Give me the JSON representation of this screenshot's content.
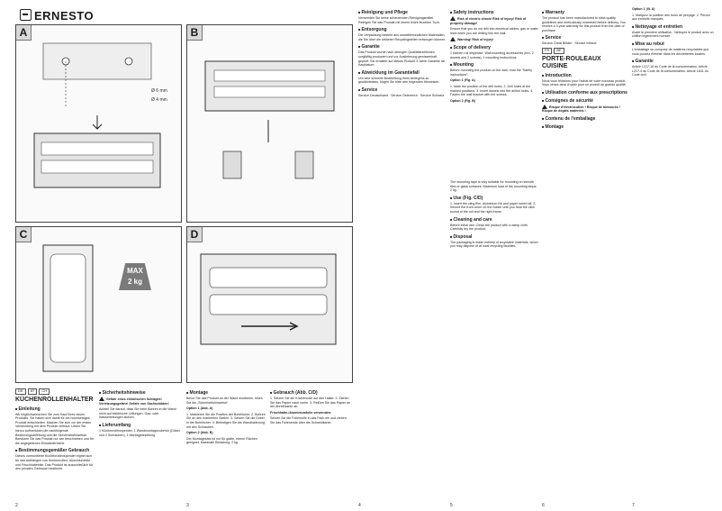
{
  "brand": "ERNESTO",
  "panels": [
    {
      "label": "A"
    },
    {
      "label": "B"
    },
    {
      "label": "C"
    },
    {
      "label": "D"
    }
  ],
  "figure": {
    "max_weight": "MAX",
    "max_value": "2 kg",
    "dim1": "Ø 6 mm",
    "dim2": "Ø 4 mm"
  },
  "col1": {
    "flags": [
      "DE",
      "AT",
      "CH"
    ],
    "title": "KÜCHENROLLENHALTER",
    "intro_h": "Einleitung",
    "intro": "Wir beglückwünschen Sie zum Kauf Ihres neuen Produkts. Sie haben sich damit für ein hochwertiges Produkt entschieden. Machen Sie sich vor der ersten Verwendung mit dem Produkt vertraut. Lesen Sie hierzu aufmerksam die nachfolgende Bedienungsanleitung und die Sicherheitshinweise. Benutzen Sie das Produkt nur wie beschrieben und für die angegebenen Einsatzbereiche.",
    "use_h": "Bestimmungsgemäßer Gebrauch",
    "use": "Dieses vormontierte Küchenrollenspender eignet sich für das Aufhängen von Küchenrollen, Aluminiumfolie und Frischhaltefolie. Das Produkt ist ausschließlich für den privaten Gebrauch bestimmt."
  },
  "col2": {
    "safety_h": "Sicherheitshinweise",
    "safety1": "Gefahr eines elektrischen Schlages! Verletzungsgefahr! Gefahr von Sachschäden!",
    "safety2": "Achten Sie darauf, dass Sie beim Bohren in die Wand nicht auf elektrische Leitungen, Gas- oder Wasserleitungen stoßen.",
    "scope_h": "Lieferumfang",
    "scope": "1 Küchenrollenspender, 1 Wandmontagezubehör (Dübel und 2 Schrauben), 1 Montageanleitung"
  },
  "col3": {
    "mount_h": "Montage",
    "mount": "Bevor Sie das Produkt an der Wand montieren, lesen Sie die „Sicherheitshinweise“.",
    "opt1": "Option 1 (Abb. A)",
    "opt1_text": "1. Markieren Sie die Position der Bohrlöcher. 2. Bohren Sie an den markierten Stellen. 3. Setzen Sie die Dübel in die Bohrlöcher. 4. Befestigen Sie die Wandhalterung mit den Schrauben.",
    "opt2": "Option 2 (Abb. B)",
    "opt2_text": "Der Montagesatz ist nur für glatte, ebene Flächen geeignet. Maximale Belastung: 2 kg."
  },
  "col4": {
    "use_h": "Gebrauch (Abb. C/D)",
    "use": "1. Setzen Sie die Küchenrolle auf den Halter. 2. Ziehen Sie das Papier nach vorne. 3. Reißen Sie das Papier an der Abreißkante ab.",
    "foil_h": "Frischhalte-/Aluminiumfolie verwenden:",
    "foil": "Setzen Sie die Folienrolle in das Fach ein und ziehen Sie das Folienende über die Schneidkante."
  },
  "col5": {
    "clean_h": "Reinigung und Pflege",
    "clean": "Verwenden Sie keine scheuernden Reinigungsmittel. Reinigen Sie das Produkt mit einem leicht feuchten Tuch.",
    "disp_h": "Entsorgung",
    "disp": "Die Verpackung besteht aus umweltfreundlichen Materialien, die Sie über die örtlichen Recyclingstellen entsorgen können.",
    "warr_h": "Garantie",
    "warr": "Das Produkt wurde nach strengen Qualitätsrichtlinien sorgfältig produziert und vor Auslieferung gewissenhaft geprüft. Sie erhalten auf dieses Produkt 3 Jahre Garantie ab Kaufdatum.",
    "abw_h": "Abwicklung im Garantiefall",
    "abw": "Um eine schnelle Bearbeitung Ihres Anliegens zu gewährleisten, folgen Sie bitte den folgenden Hinweisen.",
    "svc_h": "Service",
    "svc": "Service Deutschland · Service Österreich · Service Schweiz"
  },
  "col6": {
    "safety_h": "Safety instructions",
    "risk1": "Risk of electric shock! Risk of injury! Risk of property damage!",
    "risk1_text": "Ensure that you do not drill into electrical cables, gas or water lines when you are drilling into the wall.",
    "warn": "Warning! Risk of injury!",
    "scope_h": "Scope of delivery",
    "scope": "1 kitchen roll dispenser, Wall mounting accessories (incl. 2 dowels and 2 screws), 1 mounting instructions",
    "mount_h": "Mounting",
    "mount": "Before mounting the product on the wall, read the “Safety instructions”.",
    "opt1": "Option 1 (Fig. A)",
    "opt1_text": "1. Mark the position of the drill holes. 2. Drill holes at the marked positions. 3. Insert dowels into the drilled holes. 4. Fasten the wall bracket with the screws.",
    "opt2": "Option 2 (Fig. B)"
  },
  "col7": {
    "notes": "The mounting tape is only suitable for mounting on smooth tiles or glass surfaces. Maximum load of the mounting strips: 2 kg.",
    "use_h": "Use (Fig. C/D)",
    "use": "1. Insert the cling film, aluminium foil and paper towel roll. 2. Secure the front cover on the holder until you hear the click sound of the roll and the right frame.",
    "clean_h": "Cleaning and care",
    "clean": "Before initial use: Clean the product with a damp cloth. Carefully dry the product.",
    "disp_h": "Disposal",
    "disp": "The packaging is made entirely of recyclable materials, which you may dispose of at local recycling facilities."
  },
  "col8": {
    "warr_h": "Warranty",
    "warr": "The product has been manufactured to strict quality guidelines and meticulously examined before delivery. You receive a 3-year warranty for this product from the date of purchase.",
    "svc_h": "Service",
    "svc": "Service Great Britain · Service Ireland",
    "fr_flags": [
      "FR",
      "BE"
    ],
    "fr_title": "PORTE-ROULEAUX CUISINE",
    "intro_h": "Introduction",
    "intro": "Nous vous félicitons pour l'achat de votre nouveau produit. Vous venez ainsi d'opter pour un produit de grande qualité.",
    "use_h": "Utilisation conforme aux prescriptions",
    "safety_h": "Consignes de sécurité",
    "risk": "Risque d'électrocution ! Risque de blessures ! Risque de dégâts matériels !",
    "scope_h": "Contenu de l'emballage",
    "mount_h": "Montage"
  },
  "col9": {
    "opt_h": "Option 1 (ill. A)",
    "opt": "1. Marquez la position des trous de perçage. 2. Percez aux endroits marqués.",
    "clean_h": "Nettoyage et entretien",
    "clean": "Avant la première utilisation : Nettoyez le produit avec un chiffon légèrement humide.",
    "disp_h": "Mise au rebut",
    "disp": "L'emballage se compose de matières recyclables que vous pouvez éliminer dans les déchetteries locales.",
    "warr_h": "Garantie",
    "warr": "Article L217-16 du Code de la consommation. Article L217-4 du Code de la consommation. Article 1641 du Code civil."
  },
  "pages": [
    "2",
    "3",
    "4",
    "5",
    "6",
    "7"
  ]
}
